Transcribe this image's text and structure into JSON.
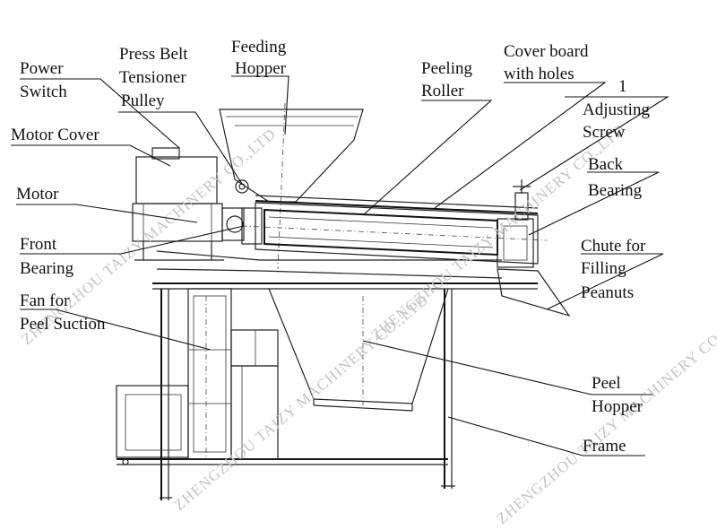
{
  "labels": {
    "power_switch": [
      "Power",
      "Switch"
    ],
    "press_belt_tensioner_pulley": [
      "Press Belt",
      "Tensioner",
      "Pulley"
    ],
    "feeding_hopper": [
      "Feeding",
      "Hopper"
    ],
    "peeling_roller": [
      "Peeling",
      "Roller"
    ],
    "cover_board": [
      "Cover board",
      "with holes"
    ],
    "adjusting_screw": [
      "1",
      "Adjusting",
      "Screw"
    ],
    "motor_cover": [
      "Motor Cover"
    ],
    "back_bearing": [
      "Back",
      "Bearing"
    ],
    "motor": [
      "Motor"
    ],
    "front_bearing": [
      "Front",
      "Bearing"
    ],
    "chute": [
      "Chute for",
      "Filling",
      "Peanuts"
    ],
    "fan": [
      "Fan for",
      "Peel Suction"
    ],
    "peel_hopper": [
      "Peel",
      "Hopper"
    ],
    "frame": [
      "Frame"
    ]
  },
  "watermark": {
    "text_1": "ZHENGZHOU TAIZY MACHINERY CO.,LTD",
    "text_2": "ZHENGZHOU TAIZY MACHINERY CO.,LTD",
    "text_3": "ZHENGZHOU TAIZY MACHINERY CO.,LTD",
    "text_4": "ZHENGZHOU TAIZY MACHINERY CO.,LTD"
  }
}
